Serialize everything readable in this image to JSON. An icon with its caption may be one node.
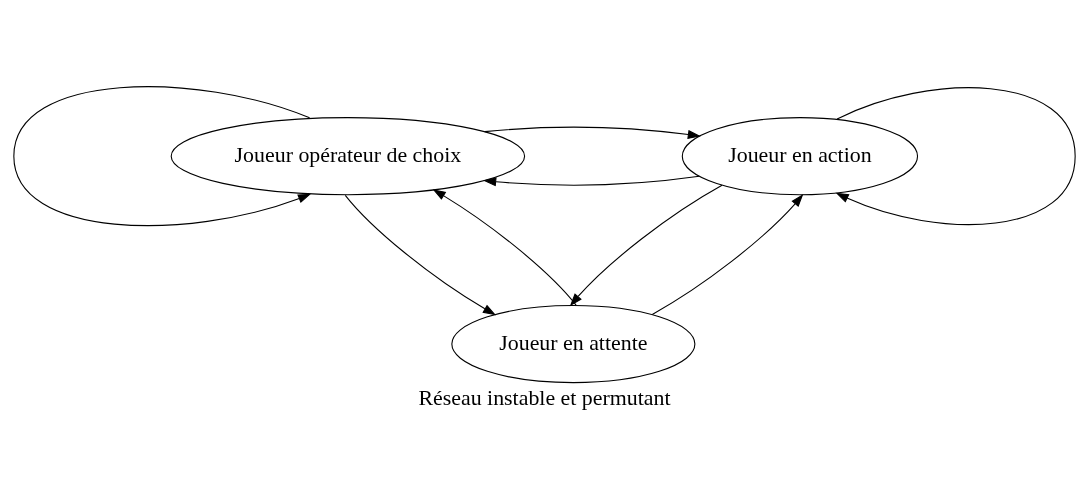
{
  "diagram": {
    "caption": "Réseau instable et permutant",
    "nodes": [
      {
        "text": [
          "Joueur opérateur de choix"
        ]
      },
      {
        "text": [
          "Joueur en action"
        ]
      },
      {
        "text": [
          "Joueur en attente"
        ]
      }
    ],
    "edges": [
      {
        "from": 1,
        "to": 0,
        "arrow": "to"
      },
      {
        "from": 0,
        "to": 1,
        "arrow": "to"
      },
      {
        "from": 2,
        "to": 0,
        "arrow": "to"
      },
      {
        "from": 0,
        "to": 2,
        "arrow": "to"
      },
      {
        "from": 1,
        "to": 2,
        "arrow": "to"
      },
      {
        "from": 2,
        "to": 1,
        "arrow": "to"
      },
      {
        "from": 0,
        "to": 0,
        "arrow": "to"
      },
      {
        "from": 1,
        "to": 1,
        "arrow": "to"
      }
    ]
  }
}
